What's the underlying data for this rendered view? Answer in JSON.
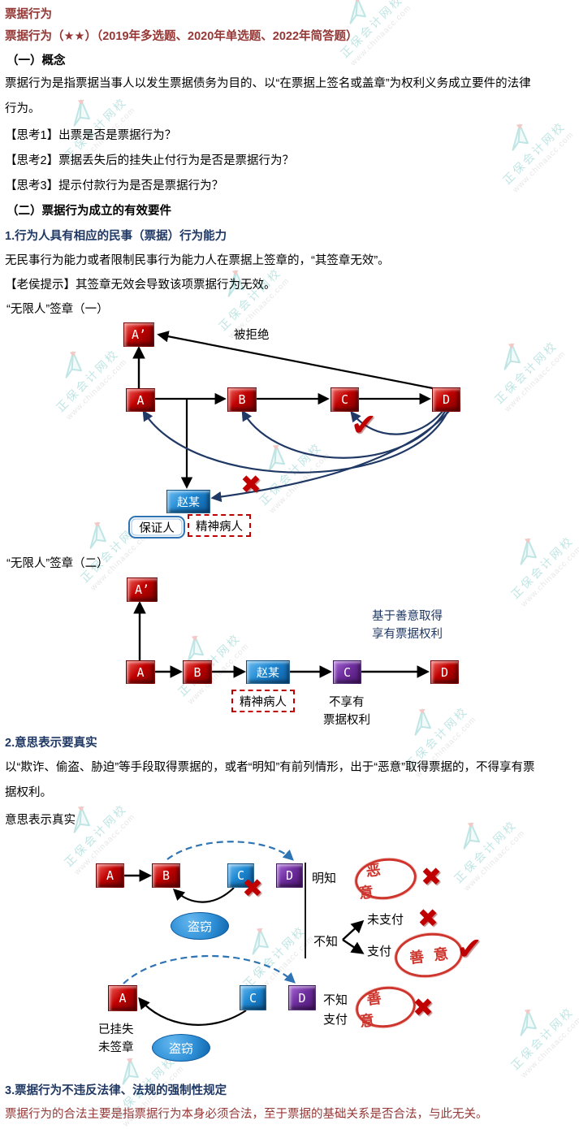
{
  "document": {
    "title": "票据行为",
    "subtitle": "票据行为（★★）（2019年多选题、2020年单选题、2022年简答题）",
    "section1": {
      "heading": "（一）概念",
      "body": "票据行为是指票据当事人以发生票据债务为目的、以“在票据上签名或盖章”为权利义务成立要件的法律行为。",
      "think1": "【思考1】出票是否是票据行为？",
      "think2": "【思考2】票据丢失后的挂失止付行为是否是票据行为？",
      "think3": "【思考3】提示付款行为是否是票据行为？"
    },
    "section2": {
      "heading": "（二）票据行为成立的有效要件",
      "req1": {
        "heading": "1.行为人具有相应的民事（票据）行为能力",
        "body": "无民事行为能力或者限制民事行为能力人在票据上签章的，“其签章无效”。",
        "tip": "【老侯提示】其签章无效会导致该项票据行为无效。",
        "diagram1_caption": "“无限人”签章（一）",
        "diagram2_caption": "“无限人”签章（二）"
      },
      "req2": {
        "heading": "2.意思表示要真实",
        "body": "以“欺诈、偷盗、胁迫”等手段取得票据的，或者“明知”有前列情形，出于“恶意”取得票据的，不得享有票据权利。",
        "diagram_caption": "意思表示真实"
      },
      "req3": {
        "heading": "3.票据行为不违反法律、法规的强制性规定",
        "body": "票据行为的合法主要是指票据行为本身必须合法，至于票据的基础关系是否合法，与此无关。"
      }
    }
  },
  "diagram1": {
    "nodes": {
      "a_prime": "A’",
      "a": "A",
      "b": "B",
      "c": "C",
      "d": "D",
      "zhao": "赵某"
    },
    "labels": {
      "rejected": "被拒绝",
      "guarantor": "保证人",
      "mental": "精神病人"
    }
  },
  "diagram2": {
    "nodes": {
      "a_prime": "A’",
      "a": "A",
      "b": "B",
      "zhao": "赵某",
      "c": "C",
      "d": "D"
    },
    "labels": {
      "mental": "精神病人",
      "no_right_1": "不享有",
      "no_right_2": "票据权利",
      "good_faith_1": "基于善意取得",
      "good_faith_2": "享有票据权利"
    }
  },
  "diagram3": {
    "row1": {
      "nodes": {
        "a": "A",
        "b": "B",
        "c": "C",
        "d": "D"
      },
      "labels": {
        "steal": "盗窃",
        "know": "明知",
        "not_know": "不知",
        "unpaid": "未支付",
        "paid": "支付"
      },
      "stamps": {
        "bad_faith": "恶意",
        "good_faith": "善意"
      }
    },
    "row2": {
      "nodes": {
        "a": "A",
        "c": "C",
        "d": "D"
      },
      "labels": {
        "steal": "盗窃",
        "reported_1": "已挂失",
        "reported_2": "未签章",
        "not_know": "不知",
        "paid": "支付"
      },
      "stamps": {
        "good_faith": "善意"
      }
    }
  },
  "icons": {
    "check": "✔",
    "cross": "✖"
  },
  "watermark": {
    "brand": "正保会计网校",
    "url": "www.chinaacc.com"
  },
  "colors": {
    "dark_red": "#953735",
    "navy": "#1F3864",
    "box_red": "#C00000",
    "box_blue": "#1E88D2",
    "box_purple": "#7030A0",
    "stamp_red": "#C9241C",
    "mark_red": "#C00000",
    "watermark_teal": "#3fb3ae"
  }
}
